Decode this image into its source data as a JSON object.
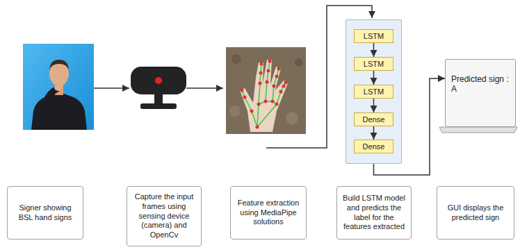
{
  "diagram": {
    "nodes": [
      {
        "text": []
      },
      {
        "text": [
          "LSTM"
        ],
        "in": 0
      },
      {
        "text": [
          "LSTM"
        ],
        "in": 0
      },
      {
        "text": [
          "LSTM"
        ],
        "in": 0
      },
      {
        "text": [
          "Dense"
        ],
        "in": 0
      },
      {
        "text": [
          "Dense"
        ],
        "in": 0
      },
      {
        "text": [
          "Predicted sign : A"
        ]
      },
      {
        "text": [
          "Signer showing BSL hand signs"
        ]
      },
      {
        "text": [
          "Capture the input frames using sensing device (camera) and OpenCv"
        ]
      },
      {
        "text": [
          "Feature extraction using MediaPipe solutions"
        ]
      },
      {
        "text": [
          "Build LSTM model and predicts the label for the features extracted"
        ]
      },
      {
        "text": [
          "GUI displays the predicted sign"
        ]
      }
    ],
    "edges": [
      {
        "from": 1,
        "to": 2,
        "arrow": "to"
      },
      {
        "from": 2,
        "to": 3,
        "arrow": "to"
      },
      {
        "from": 3,
        "to": 4,
        "arrow": "to"
      },
      {
        "from": 4,
        "to": 5,
        "arrow": "to"
      },
      {
        "from": 0,
        "to": 6,
        "arrow": "to"
      }
    ]
  }
}
